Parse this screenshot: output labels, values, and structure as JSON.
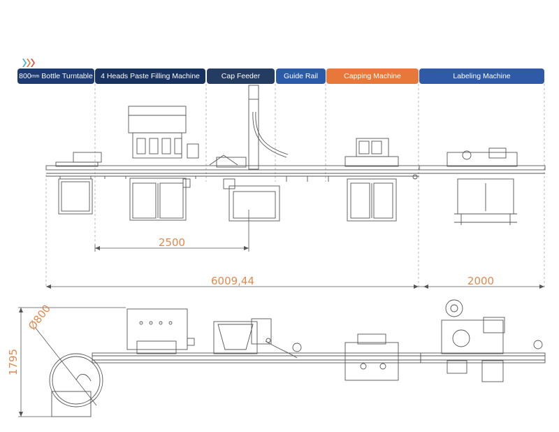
{
  "header": {
    "tabs": [
      {
        "num": "800",
        "unit": "mm",
        "label": " Bottle Turntable",
        "color": "#1d3a73"
      },
      {
        "label": "4 Heads Paste Filling Machine",
        "color": "#17325e"
      },
      {
        "label": "Cap Feeder",
        "color": "#243b62"
      },
      {
        "label": "Guide Rail",
        "color": "#2b5ba8"
      },
      {
        "label": "Capping Machine",
        "color": "#e8783a"
      },
      {
        "label": "Labeling Machine",
        "color": "#2f5aa8"
      }
    ],
    "chevron_colors": [
      "#3bb4c9",
      "#e8783a",
      "#e04a3a"
    ]
  },
  "dimensions": {
    "filling_length": "2500",
    "line_length": "6009,44",
    "labeler_length": "2000",
    "turntable_diameter": "Ø800",
    "layout_width": "1795"
  },
  "colors": {
    "line": "#555555",
    "dimension": "#e08a50"
  }
}
